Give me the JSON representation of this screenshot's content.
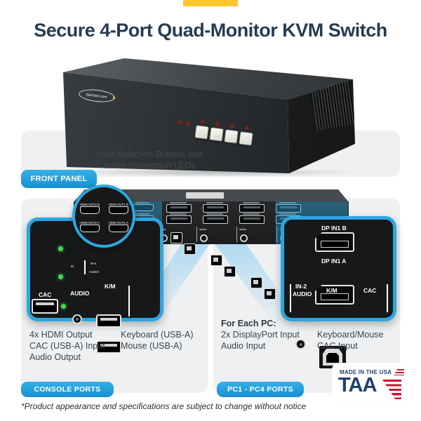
{
  "header": {
    "title": "Secure 4-Port Quad-Monitor KVM Switch",
    "accent_color": "#fec62e",
    "title_color": "#263c52"
  },
  "front": {
    "logo": "StarTech.com",
    "caption_line1": "Host Selection Buttons and",
    "caption_line2": "active connection LEDs",
    "badge": "FRONT PANEL"
  },
  "console": {
    "circle_ports": [
      "HDMI OUT2 B",
      "HDMI OUT1 B",
      "HDMI OUT2 A",
      "HDMI OUT1 A"
    ],
    "rear_micro": {
      "m": "M",
      "in4": "IN-4",
      "audio": "AUDIO"
    },
    "cac_label": "CAC",
    "audio_label": "AUDIO",
    "km_label": "K/M",
    "desc1": [
      "4x HDMI Output",
      "CAC (USB-A) Input",
      "Audio Output"
    ],
    "desc2": [
      "Keyboard (USB-A)",
      "Mouse (USB-A)"
    ],
    "badge": "CONSOLE PORTS"
  },
  "pc": {
    "dp_b_label": "DP IN1 B",
    "dp_a_label": "DP IN1 A",
    "in2_label": "IN-2",
    "audio_label": "AUDIO",
    "km_label": "K/M",
    "cac_label": "CAC",
    "desc_title": "For Each PC:",
    "desc1": [
      "2x DisplayPort Input",
      "Audio Input"
    ],
    "desc2": [
      "Keyboard/Mouse",
      "CAC Input"
    ],
    "badge": "PC1 - PC4 PORTS"
  },
  "taa": {
    "line1": "MADE IN THE USA",
    "line2": "TAA"
  },
  "footer": {
    "note": "*Product appearance and specifications are subject to change without notice"
  },
  "colors": {
    "accent_yellow": "#fec62e",
    "badge_blue": "#1f9bd8",
    "callout_border": "#2ca6e0",
    "section_gray": "#eef0f1",
    "title_navy": "#263c52",
    "taa_navy": "#223f70",
    "taa_red": "#c6172f",
    "led_green": "#46d74b",
    "led_red": "#8f1d12"
  }
}
